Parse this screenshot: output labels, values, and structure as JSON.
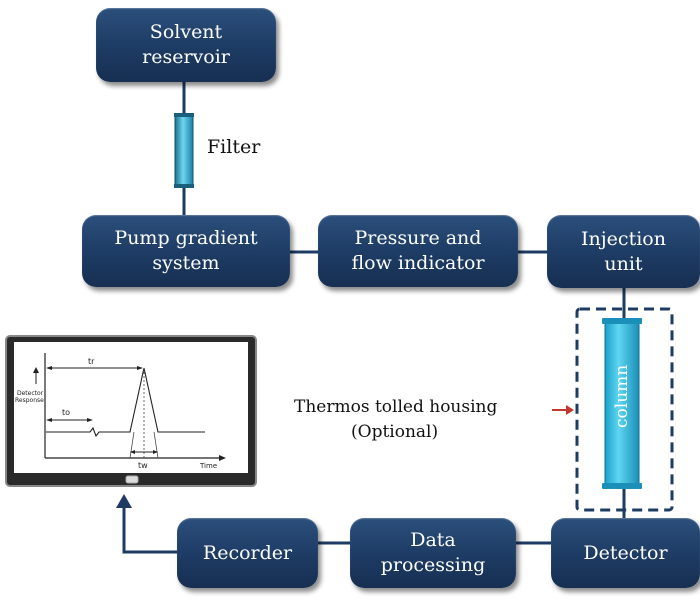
{
  "boxes": {
    "solvent_reservoir": "Solvent\nreservoir",
    "pump_gradient_system": "Pump gradient\nsystem",
    "pressure_flow_indicator": "Pressure and\nflow indicator",
    "injection_unit": "Injection\nunit",
    "detector": "Detector",
    "data_processing": "Data\nprocessing",
    "recorder": "Recorder"
  },
  "labels": {
    "filter": "Filter",
    "column": "column",
    "thermo_housing_line1": "Thermos tolled housing",
    "thermo_housing_line2": "(Optional)"
  },
  "chromatogram": {
    "y_label_line1": "Detector",
    "y_label_line2": "Response",
    "x_label": "Time",
    "tr_label": "tr",
    "to_label": "to",
    "tw_label": "tw"
  },
  "colors": {
    "box": "#1d3b63",
    "arrow_red": "#c0392b",
    "column_cyan": "#3ec3e6",
    "dashed_border": "#1d3b63"
  }
}
